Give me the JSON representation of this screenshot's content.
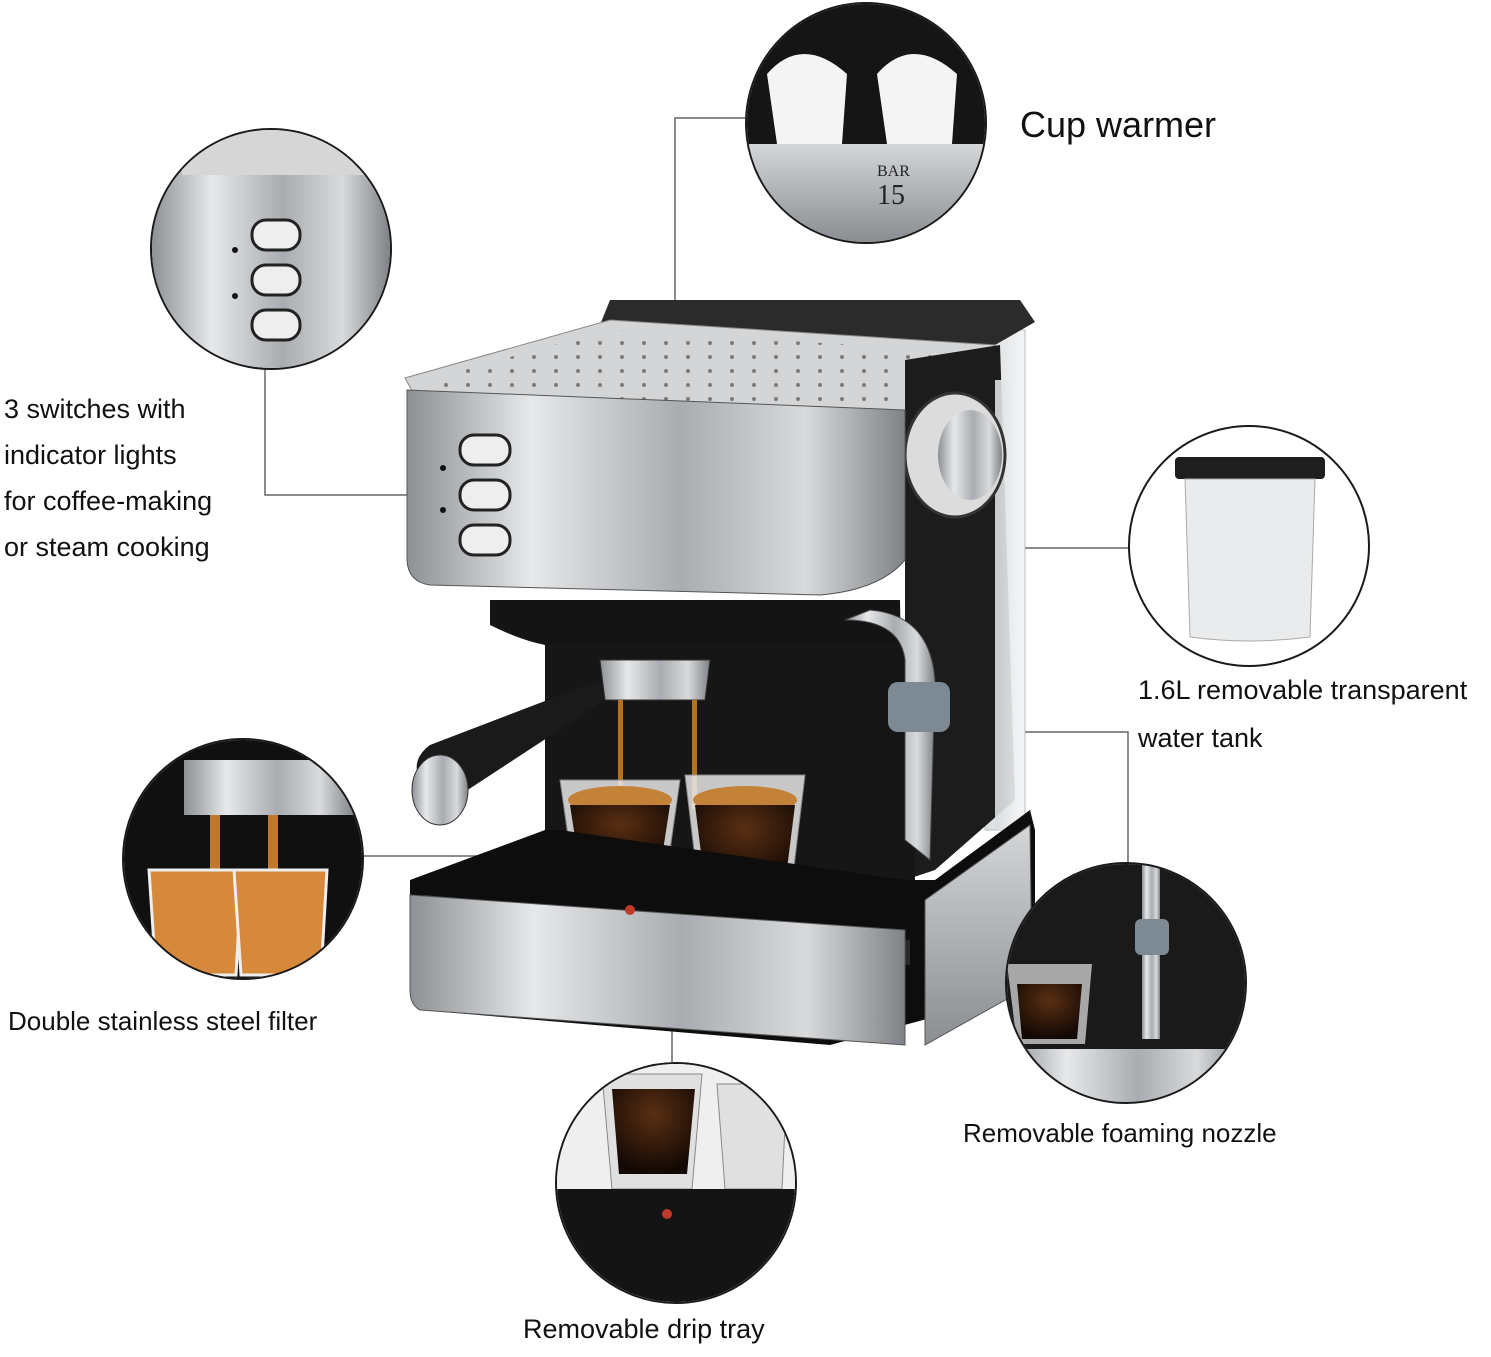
{
  "labels": {
    "cup_warmer": "Cup warmer",
    "switches_line1": "3 switches with",
    "switches_line2": "indicator lights",
    "switches_line3": "for coffee-making",
    "switches_line4": "or steam cooking",
    "water_tank_line1": "1.6L removable transparent",
    "water_tank_line2": "water tank",
    "filter": "Double stainless steel filter",
    "nozzle": "Removable foaming nozzle",
    "drip_tray": "Removable drip tray"
  },
  "dial": {
    "unit": "BAR",
    "value": "15"
  },
  "colors": {
    "steel": "#b9bcbf",
    "black": "#111111",
    "coffee": "#3a1d0b",
    "crema": "#c8873a",
    "callout_line": "#555555"
  }
}
